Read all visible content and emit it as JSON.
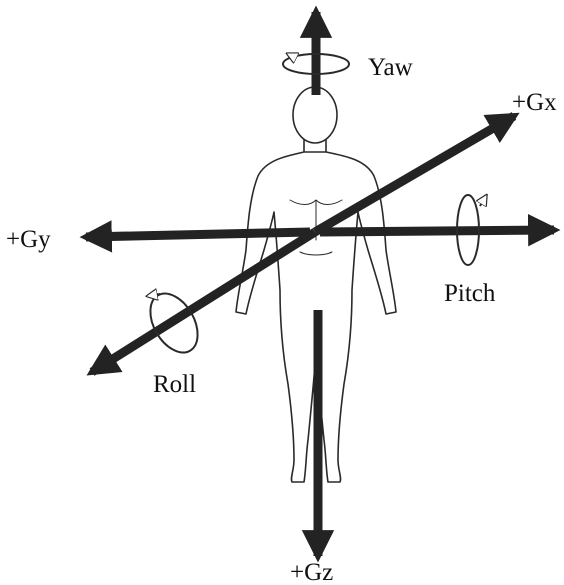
{
  "labels": {
    "yaw": "Yaw",
    "gx": "+Gx",
    "gy": "+Gy",
    "pitch": "Pitch",
    "roll": "Roll",
    "gz": "+Gz"
  },
  "colors": {
    "arrow": "#232323",
    "outline": "#2a2a2a",
    "text": "#111111",
    "background": "#ffffff"
  }
}
